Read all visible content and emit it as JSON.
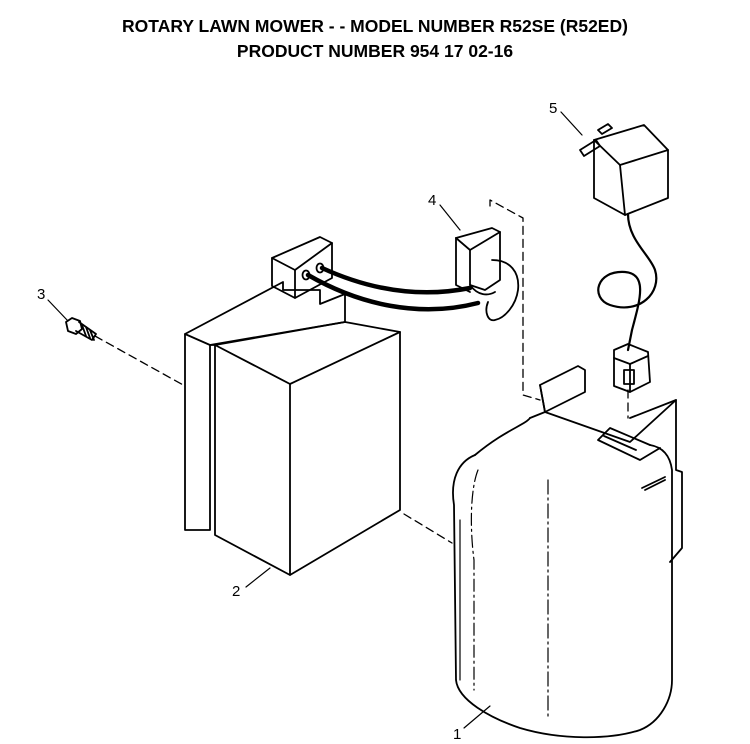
{
  "header": {
    "line1": "ROTARY LAWN MOWER - - MODEL NUMBER R52SE (R52ED)",
    "line2": "PRODUCT NUMBER 954 17 02-16"
  },
  "callouts": [
    {
      "id": "part-1",
      "label": "1"
    },
    {
      "id": "part-2",
      "label": "2"
    },
    {
      "id": "part-3",
      "label": "3"
    },
    {
      "id": "part-4",
      "label": "4"
    },
    {
      "id": "part-5",
      "label": "5"
    }
  ]
}
